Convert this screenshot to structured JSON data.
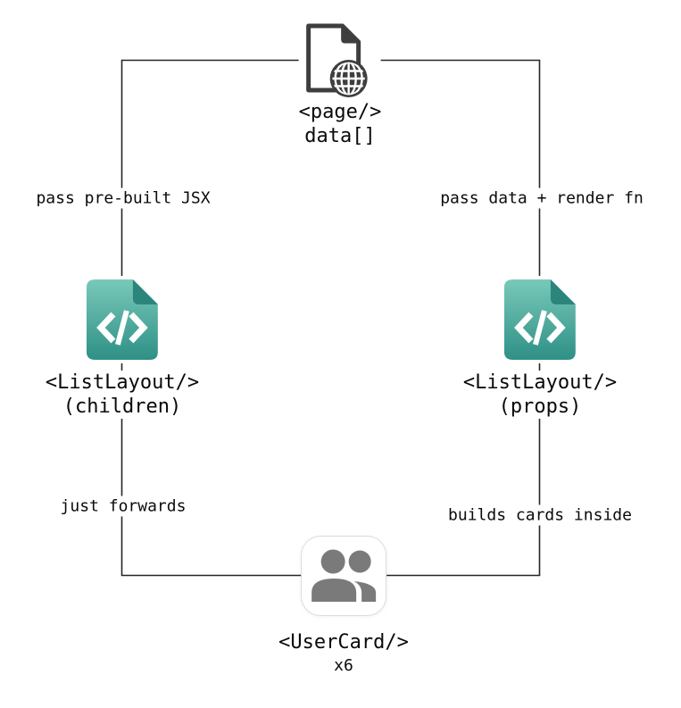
{
  "nodes": {
    "page": {
      "title": "<page/>",
      "subtitle": "data[]",
      "icon": "document-globe-icon"
    },
    "list_children": {
      "title": "<ListLayout/>",
      "subtitle": "(children)",
      "icon": "code-file-icon"
    },
    "list_props": {
      "title": "<ListLayout/>",
      "subtitle": "(props)",
      "icon": "code-file-icon"
    },
    "usercard": {
      "title": "<UserCard/>",
      "subtitle": "x6",
      "icon": "users-icon"
    }
  },
  "edges": {
    "left_top": {
      "label": "pass pre-built JSX"
    },
    "right_top": {
      "label": "pass data + render fn"
    },
    "left_bottom": {
      "label": "just forwards"
    },
    "right_bottom": {
      "label": "builds cards inside"
    }
  },
  "colors": {
    "line": "#262626",
    "text": "#0a0a0a",
    "document_icon": "#3e3e3e",
    "code_file_teal_light": "#79c9b9",
    "code_file_teal_dark": "#2e9086",
    "code_file_fold": "#2b857b",
    "users_gray": "#7a7a7a",
    "card_border": "#dcdcdc"
  }
}
